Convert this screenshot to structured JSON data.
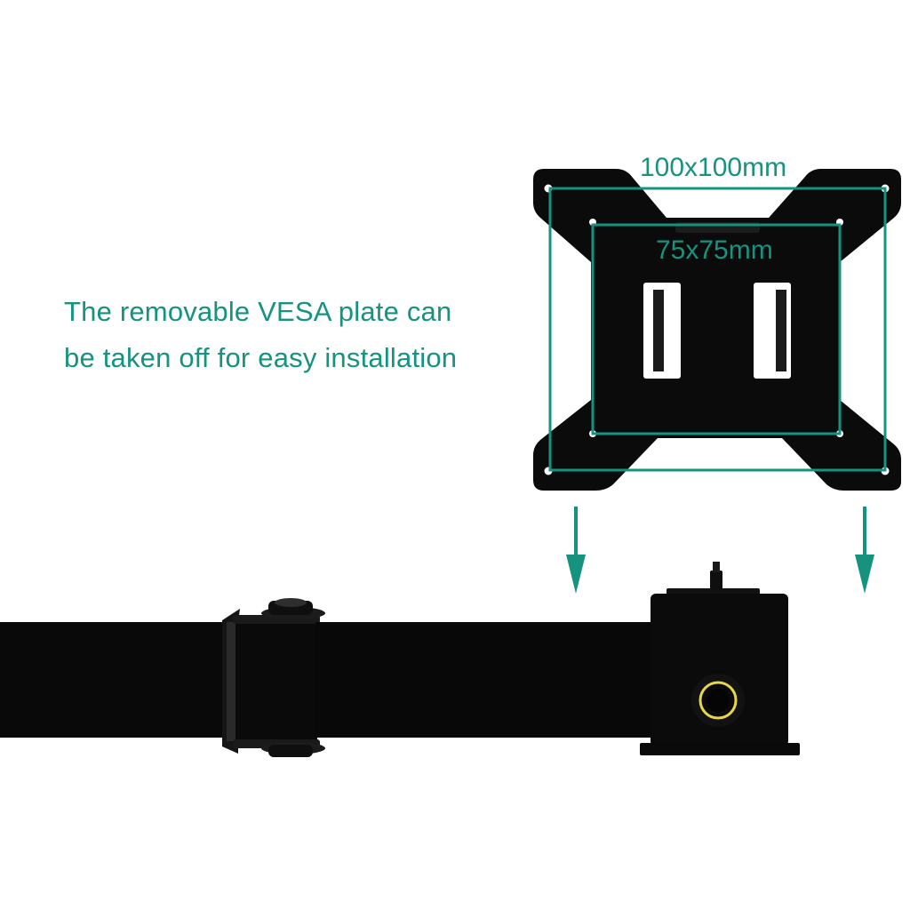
{
  "caption": {
    "line1": "The removable VESA plate can",
    "line2": "be taken off for easy installation"
  },
  "dimensions": {
    "outer": "100x100mm",
    "inner": "75x75mm"
  },
  "colors": {
    "accent": "#16937f",
    "metal": "#0b0b0b",
    "ring": "#e6d64a"
  },
  "icons": [
    "arrow-down-icon",
    "arrow-down-icon"
  ]
}
